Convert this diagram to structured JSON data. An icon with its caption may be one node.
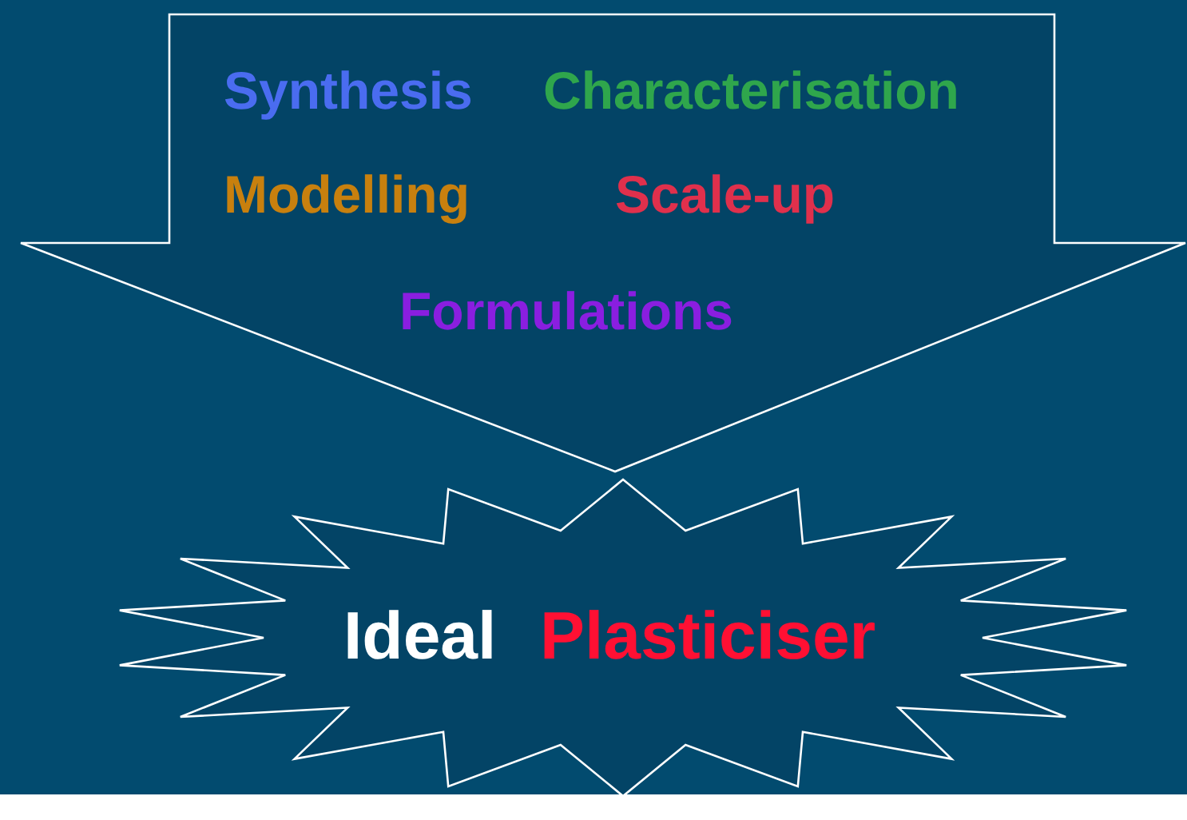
{
  "diagram": {
    "nodes": [
      {
        "text": [
          "Synthesis",
          "Characterisation",
          "Modelling",
          "Scale-up",
          "Formulations"
        ]
      },
      {
        "text": [
          "Ideal",
          "Plasticiser"
        ]
      }
    ]
  }
}
